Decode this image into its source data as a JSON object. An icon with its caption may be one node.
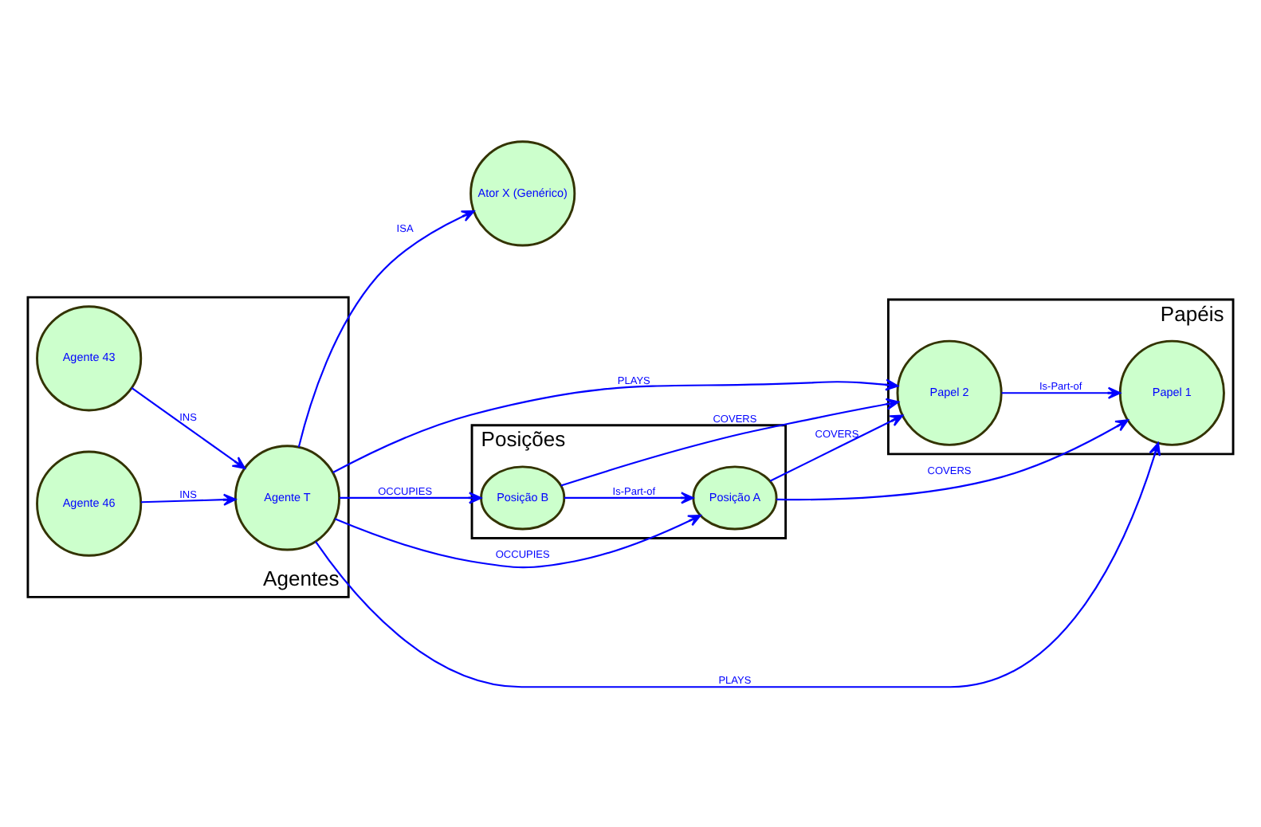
{
  "diagram": {
    "nodes": [
      {
        "text": [
          "Ator X (Genérico)"
        ]
      },
      {
        "text": [
          "Agentes"
        ]
      },
      {
        "text": [
          "Agente 43"
        ],
        "in": 1
      },
      {
        "text": [
          "Agente T"
        ],
        "in": 1
      },
      {
        "text": [
          "Agente 46"
        ],
        "in": 1
      },
      {
        "text": [
          "Posições"
        ]
      },
      {
        "text": [
          "Posição A"
        ],
        "in": 5
      },
      {
        "text": [
          "Posição B"
        ],
        "in": 5
      },
      {
        "text": [
          "Papéis"
        ]
      },
      {
        "text": [
          "Papel 1"
        ],
        "in": 8
      },
      {
        "text": [
          "Papel 2"
        ],
        "in": 8
      }
    ],
    "edges": [
      {
        "from": 2,
        "to": 3,
        "arrow": "to",
        "label": "INS"
      },
      {
        "from": 4,
        "to": 3,
        "arrow": "to",
        "label": "INS"
      },
      {
        "from": 3,
        "to": 0,
        "arrow": "to",
        "label": "ISA"
      },
      {
        "from": 3,
        "to": 7,
        "arrow": "to",
        "label": "OCCUPIES"
      },
      {
        "from": 3,
        "to": 6,
        "arrow": "to",
        "label": "OCCUPIES"
      },
      {
        "from": 7,
        "to": 6,
        "arrow": "to",
        "label": "Is-Part-of"
      },
      {
        "from": 6,
        "to": 9,
        "arrow": "to",
        "label": "COVERS"
      },
      {
        "from": 6,
        "to": 10,
        "arrow": "to",
        "label": "COVERS"
      },
      {
        "from": 7,
        "to": 10,
        "arrow": "to",
        "label": "COVERS"
      },
      {
        "from": 3,
        "to": 9,
        "arrow": "to",
        "label": "PLAYS"
      },
      {
        "from": 10,
        "to": 9,
        "arrow": "to",
        "label": "Is-Part-of"
      },
      {
        "from": 3,
        "to": 10,
        "arrow": "to",
        "label": "PLAYS"
      }
    ]
  }
}
